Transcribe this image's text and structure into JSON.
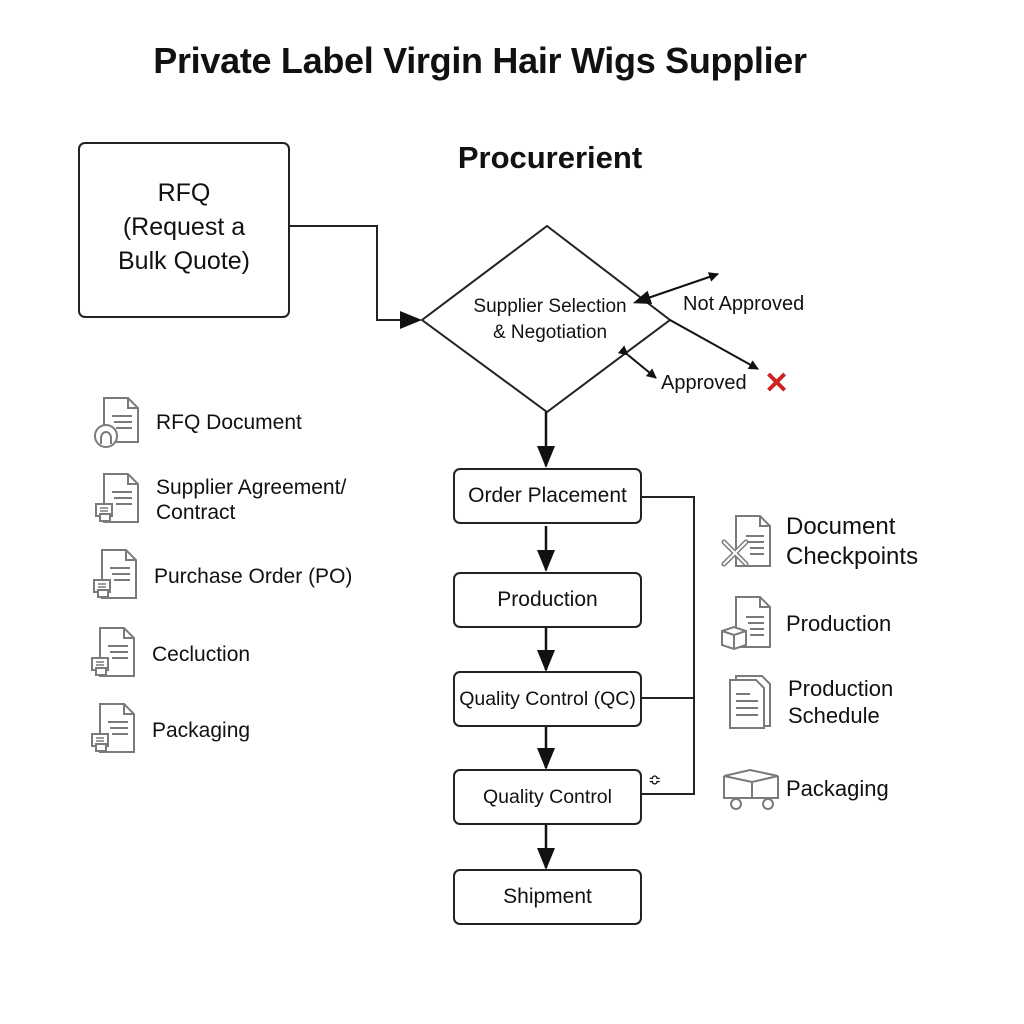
{
  "title": "Private Label Virgin Hair Wigs Supplier",
  "subtitle": "Procurerient",
  "rfq_box": {
    "line1": "RFQ",
    "line2": "(Request a",
    "line3": "Bulk Quote)"
  },
  "decision": {
    "line1": "Supplier Selection",
    "line2": "& Negotiation",
    "not_approved_label": "Not Approved",
    "approved_label": "Approved",
    "reject_icon": "red-x-icon"
  },
  "steps": [
    {
      "label": "Order Placement"
    },
    {
      "label": "Production"
    },
    {
      "label": "Quality Control (QC)"
    },
    {
      "label": "Quality Control"
    },
    {
      "label": "Shipment"
    }
  ],
  "stray_glyph": "≎",
  "left_legend": [
    {
      "icon": "document-user-icon",
      "label": "RFQ Document"
    },
    {
      "icon": "document-printer-icon",
      "label": "Supplier Agreement/",
      "label2": "Contract"
    },
    {
      "icon": "document-printer-icon",
      "label": "Purchase Order (PO)"
    },
    {
      "icon": "document-printer-icon",
      "label": "Cecluction"
    },
    {
      "icon": "document-printer-icon",
      "label": "Packaging"
    }
  ],
  "right_legend": [
    {
      "icon": "document-x-icon",
      "label": "Document",
      "label2": "Checkpoints"
    },
    {
      "icon": "document-box-icon",
      "label": "Production"
    },
    {
      "icon": "stacked-documents-icon",
      "label": "Production",
      "label2": "Schedule"
    },
    {
      "icon": "box-cart-icon",
      "label": "Packaging"
    }
  ],
  "colors": {
    "stroke": "#222222",
    "icon_gray": "#7a7a7a",
    "reject_red": "#cc2222"
  }
}
